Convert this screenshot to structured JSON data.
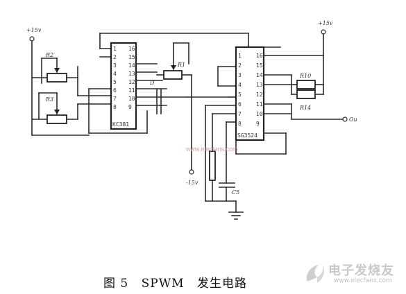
{
  "caption": {
    "figure_no": "图 5",
    "title_latin": "SPWM",
    "title_cn": "发生电路"
  },
  "schematic": {
    "chip_left": {
      "label": "KC381",
      "left_pins": [
        "1",
        "2",
        "3",
        "4",
        "5",
        "6",
        "7",
        "8"
      ],
      "right_pins": [
        "16",
        "15",
        "14",
        "13",
        "12",
        "11",
        "10",
        "9"
      ]
    },
    "chip_right": {
      "label": "SG3524",
      "left_pins": [
        "1",
        "2",
        "3",
        "4",
        "5",
        "6",
        "7",
        "8"
      ],
      "right_pins": [
        "16",
        "15",
        "14",
        "13",
        "12",
        "11",
        "10",
        "9"
      ]
    },
    "supply_left": "+15v",
    "supply_right": "+15v",
    "supply_bottom": "-15v",
    "pot_r2": "R2",
    "pot_r3": "R3",
    "pot_r1": "R1",
    "res_r10": "R10",
    "res_r14": "R14",
    "cap_d": "D",
    "cap_c5": "C5",
    "output": "Ou"
  },
  "watermark": {
    "center_text": "www.elecfans.com",
    "logo_cn": "电子发烧友",
    "logo_url": "www.elecfans.com"
  }
}
